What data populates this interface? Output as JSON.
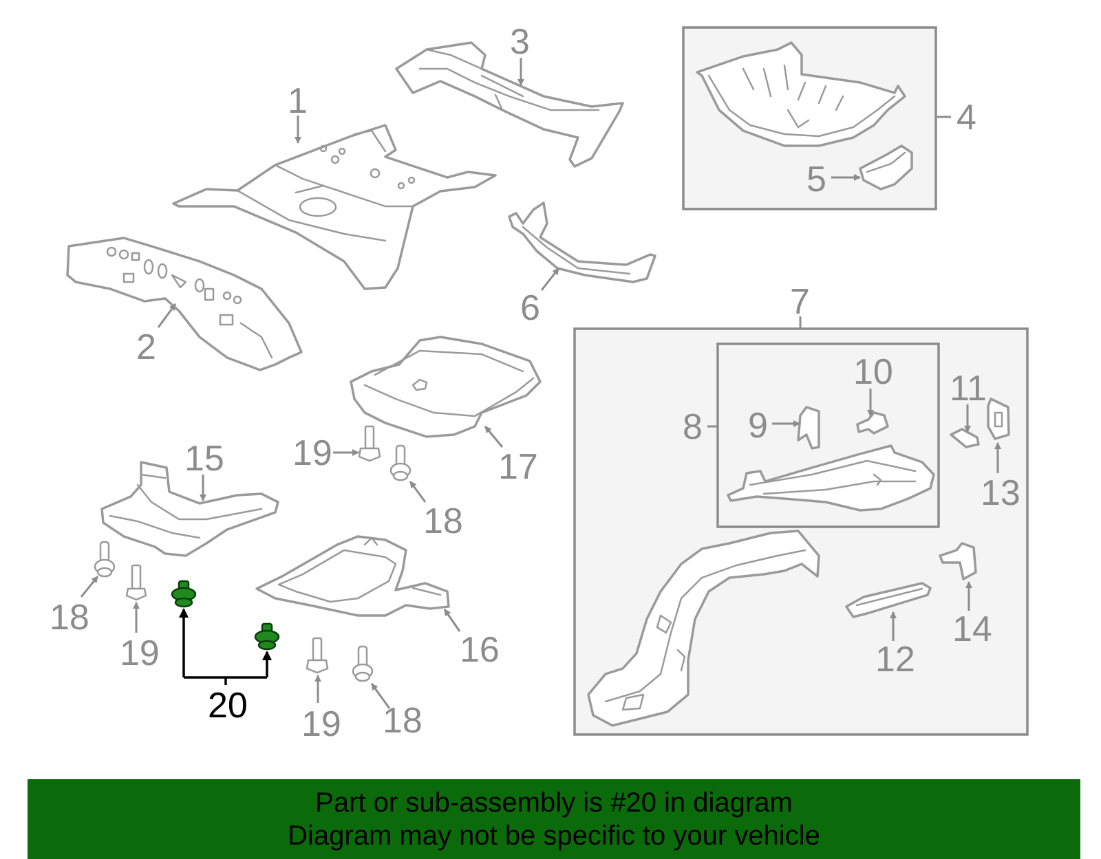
{
  "callouts": {
    "c1": "1",
    "c2": "2",
    "c3": "3",
    "c4": "4",
    "c5": "5",
    "c6": "6",
    "c7": "7",
    "c8": "8",
    "c9": "9",
    "c10": "10",
    "c11": "11",
    "c12": "12",
    "c13": "13",
    "c14": "14",
    "c15": "15",
    "c16": "16",
    "c17": "17",
    "c18a": "18",
    "c18b": "18",
    "c18c": "18",
    "c19a": "19",
    "c19b": "19",
    "c19c": "19",
    "c20": "20"
  },
  "selected_part": "20",
  "highlight_color": "#1f8a1f",
  "banner": {
    "line1": "Part or sub-assembly is #20 in diagram",
    "line2": "Diagram may not be specific to your vehicle",
    "background_color": "#0b6b0b"
  }
}
